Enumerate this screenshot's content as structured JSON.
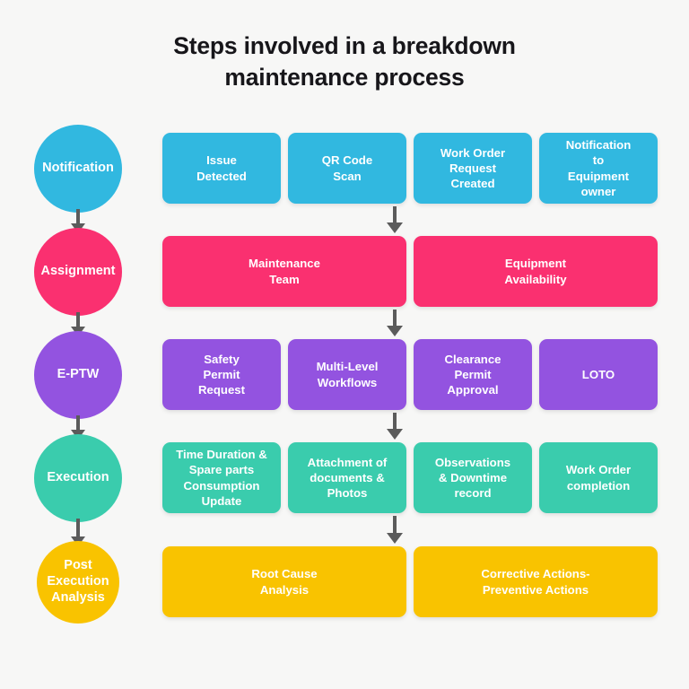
{
  "page": {
    "background_color": "#f7f7f6",
    "arrow_color": "#5b5b5b"
  },
  "title": {
    "line1": "Steps involved in a breakdown",
    "line2": "maintenance process"
  },
  "stages": [
    {
      "label": "Notification",
      "color": "#31b8e0"
    },
    {
      "label": "Assignment",
      "color": "#fa3070"
    },
    {
      "label": "E-PTW",
      "color": "#9353e0"
    },
    {
      "label": "Execution",
      "color": "#3accad"
    },
    {
      "label": "Post\nExecution\nAnalysis",
      "color": "#f9c300"
    }
  ],
  "rows": [
    {
      "stage": "Notification",
      "color": "#31b8e0",
      "boxes": [
        {
          "label": "Issue\nDetected"
        },
        {
          "label": "QR Code\nScan"
        },
        {
          "label": "Work Order\nRequest\nCreated"
        },
        {
          "label": "Notification\nto\nEquipment\nowner"
        }
      ]
    },
    {
      "stage": "Assignment",
      "color": "#fa3070",
      "boxes": [
        {
          "label": "Maintenance\nTeam"
        },
        {
          "label": "Equipment\nAvailability"
        }
      ]
    },
    {
      "stage": "E-PTW",
      "color": "#9353e0",
      "boxes": [
        {
          "label": "Safety\nPermit\nRequest"
        },
        {
          "label": "Multi-Level\nWorkflows"
        },
        {
          "label": "Clearance\nPermit\nApproval"
        },
        {
          "label": "LOTO"
        }
      ]
    },
    {
      "stage": "Execution",
      "color": "#3accad",
      "boxes": [
        {
          "label": "Time Duration &\nSpare parts\nConsumption\nUpdate"
        },
        {
          "label": "Attachment of\ndocuments &\nPhotos"
        },
        {
          "label": "Observations\n& Downtime\nrecord"
        },
        {
          "label": "Work Order\ncompletion"
        }
      ]
    },
    {
      "stage": "Post Execution Analysis",
      "color": "#f9c300",
      "boxes": [
        {
          "label": "Root Cause\nAnalysis"
        },
        {
          "label": "Corrective Actions-\nPreventive Actions"
        }
      ]
    }
  ]
}
